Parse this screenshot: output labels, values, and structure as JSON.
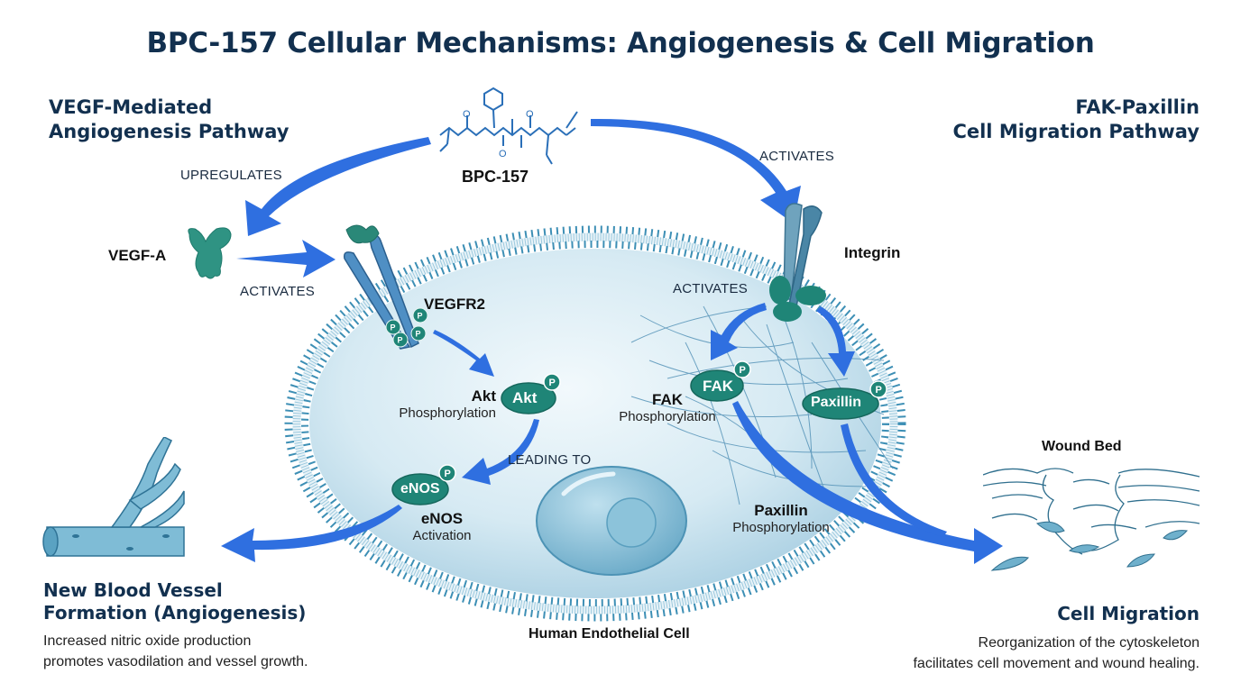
{
  "title": "BPC-157 Cellular Mechanisms: Angiogenesis & Cell Migration",
  "left_pathway": {
    "title_line1": "VEGF-Mediated",
    "title_line2": "Angiogenesis Pathway"
  },
  "right_pathway": {
    "title_line1": "FAK-Paxillin",
    "title_line2": "Cell Migration Pathway"
  },
  "compound": {
    "name": "BPC-157",
    "icon": "molecule-structure-icon"
  },
  "arrows": {
    "upregulates": "UPREGULATES",
    "activates_top_right": "ACTIVATES",
    "activates_vegf": "ACTIVATES",
    "activates_integrin": "ACTIVATES",
    "leading_to": "LEADING TO"
  },
  "nodes": {
    "vegf_a": "VEGF-A",
    "vegfr2": "VEGFR2",
    "phospho": "P",
    "akt_pill": "Akt",
    "akt_label": "Akt",
    "akt_sub": "Phosphorylation",
    "enos_pill": "eNOS",
    "enos_label": "eNOS",
    "enos_sub": "Activation",
    "integrin": "Integrin",
    "fak_pill": "FAK",
    "fak_label": "FAK",
    "fak_sub": "Phosphorylation",
    "paxillin_pill": "Paxillin",
    "paxillin_label": "Paxillin",
    "paxillin_sub": "Phosphorylation"
  },
  "cell": {
    "label": "Human Endothelial Cell"
  },
  "wound": {
    "label": "Wound Bed"
  },
  "outcomes": {
    "angiogenesis": {
      "title_line1": "New Blood Vessel",
      "title_line2": "Formation (Angiogenesis)",
      "desc_line1": "Increased nitric oxide production",
      "desc_line2": "promotes vasodilation and vessel growth."
    },
    "migration": {
      "title": "Cell Migration",
      "desc_line1": "Reorganization of the cytoskeleton",
      "desc_line2": "facilitates cell movement and wound healing."
    }
  },
  "colors": {
    "title": "#12304f",
    "arrow": "#2f6fe0",
    "protein": "#1f8577",
    "membrane": "#5fa8c8",
    "cell_fill": "#cfe6f1"
  }
}
